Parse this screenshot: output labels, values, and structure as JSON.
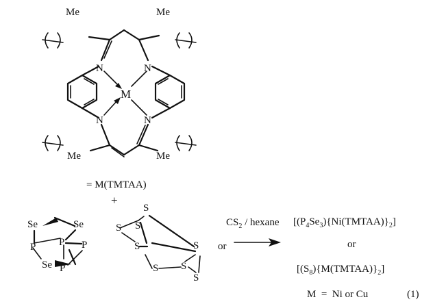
{
  "complex": {
    "substituent_label": "Me",
    "nitrogen_label": "N",
    "metal_label": "M"
  },
  "definition": {
    "equals_label": "= M(TMTAA)"
  },
  "plus_label": "+",
  "p4se3": {
    "se_label": "Se",
    "p_label": "P"
  },
  "s8": {
    "s_label": "S"
  },
  "conditions": {
    "or_left": "or",
    "solvent_base": "CS",
    "solvent_sub": "2",
    "solvent_rest": " / hexane"
  },
  "products": {
    "product1": {
      "open": "[(P",
      "sub1": "4",
      "mid": "Se",
      "sub2": "3",
      "close": "){Ni(TMTAA)}",
      "sub3": "2",
      "end": "]"
    },
    "or_label": "or",
    "product2": {
      "open": "[(S",
      "sub1": "8",
      "close": "){M(TMTAA)}",
      "sub2": "2",
      "end": "]"
    },
    "metal_definition": "M  =  Ni or Cu",
    "equation_number": "(1)"
  }
}
